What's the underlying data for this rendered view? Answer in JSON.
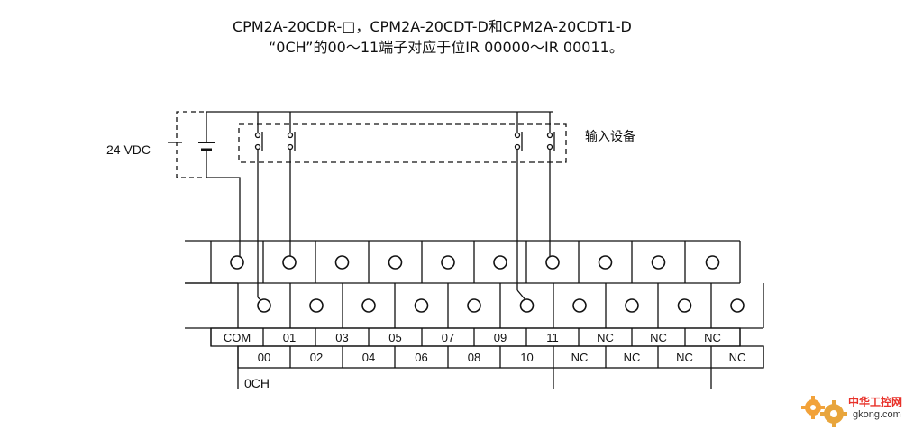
{
  "title": {
    "line1": "CPM2A-20CDR-□，CPM2A-20CDT-D和CPM2A-20CDT1-D",
    "line2": "“0CH”的00～11端子对应于位IR 00000～IR 00011。"
  },
  "power_supply": {
    "label": "24 VDC"
  },
  "input_devices": {
    "label": "输入设备"
  },
  "terminal_block": {
    "channel_label": "0CH",
    "top_row_labels": [
      "COM",
      "01",
      "03",
      "05",
      "07",
      "09",
      "11",
      "NC",
      "NC",
      "NC"
    ],
    "bottom_row_labels": [
      "00",
      "02",
      "04",
      "06",
      "08",
      "10",
      "NC",
      "NC",
      "NC",
      "NC"
    ]
  },
  "watermark": {
    "text_cn": "中华工控网",
    "text_url": "gkong.com"
  },
  "colors": {
    "line": "#111111",
    "watermark_orange": "#f2a23a",
    "watermark_red": "#e8322a"
  }
}
